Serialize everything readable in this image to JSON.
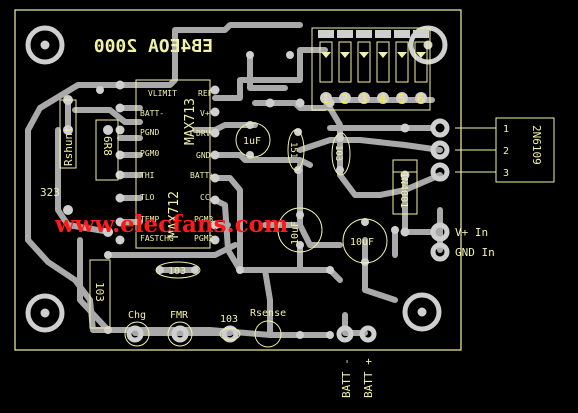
{
  "colors": {
    "background": "#000000",
    "trace": "#a9a9a9",
    "pad": "#cfcfcf",
    "silkscreen": "#f2f2a6",
    "board_outline": "#f2f2a6",
    "watermark": "#ff1a1a",
    "pin_number": "#ffe94d"
  },
  "board": {
    "title_mirrored": "EB4EOA 2000"
  },
  "ic": {
    "part_main": "MAX712",
    "part_alt": "MAX713",
    "pins_left": [
      "BATT-",
      "PGND",
      "PGM0",
      "THI",
      "TLO",
      "TEMP",
      "FASTCHG"
    ],
    "pins_right": [
      "REF",
      "V+",
      "DRV",
      "GND",
      "BATT+",
      "CC",
      "PGM3",
      "PGM2"
    ],
    "pin1": "VLIMIT"
  },
  "silkscreen": {
    "rshunt": "Rshunt",
    "r_value": "6R8",
    "rsense": "Rsense",
    "cap_1uf": "1uF",
    "cap_10uf_a": "10uF",
    "cap_10uf_b": "10uF",
    "cap_103_a": "103",
    "cap_103_b": "103",
    "cap_103_c": "103",
    "cap_103_d": "103",
    "r_151": "151",
    "diode": "1N4001",
    "transistor": "2N6109",
    "transistor_pins": [
      "1",
      "2",
      "3"
    ],
    "v_in": "V+ In",
    "gnd_in": "GND In",
    "label_323": "323",
    "led_chg": "Chg",
    "led_fmr": "FMR",
    "batt_minus": "BATT -",
    "batt_plus": "BATT +",
    "dip_pins": [
      "1",
      "2",
      "3",
      "4",
      "5",
      "6"
    ]
  },
  "watermark": "www.elecfans.com"
}
